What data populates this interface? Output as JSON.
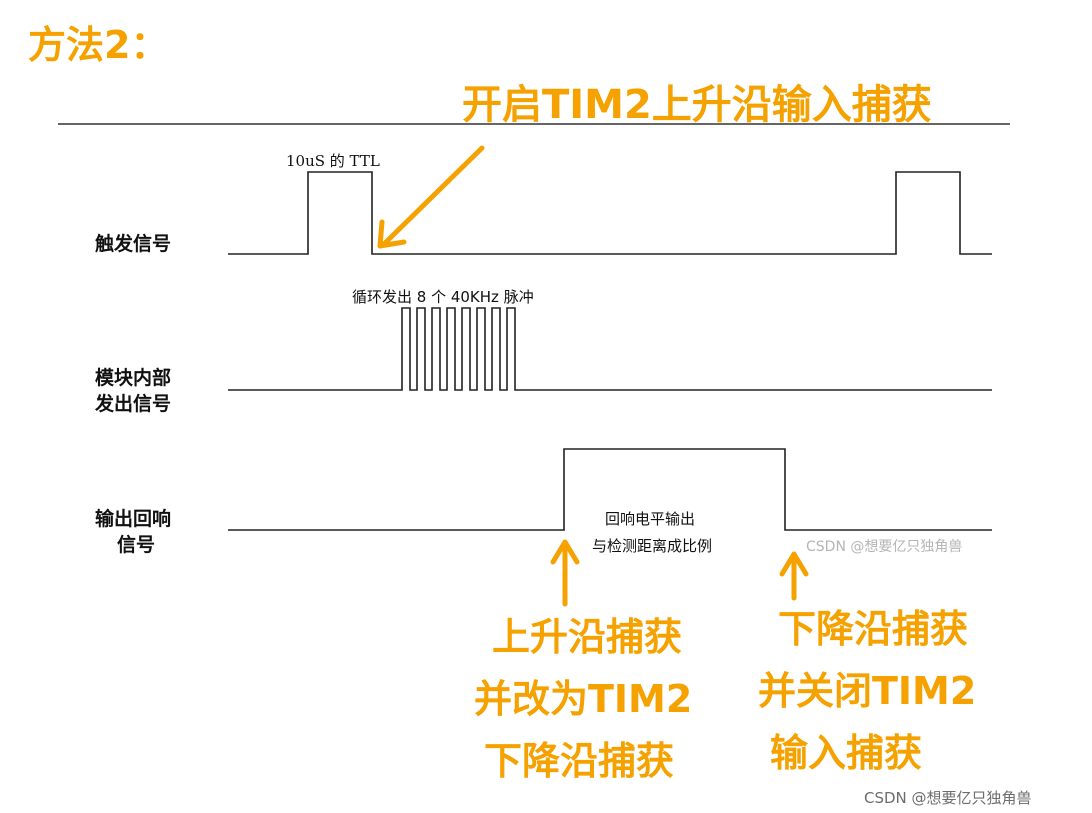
{
  "title": "方法2：",
  "top_note": "开启TIM2上升沿输入捕获",
  "pulse_label": "10uS 的 TTL",
  "burst_label": "循环发出 8 个 40KHz 脉冲",
  "echo_text_line1": "回响电平输出",
  "echo_text_line2": "与检测距离成比例",
  "signals": {
    "trigger": "触发信号",
    "module_line1": "模块内部",
    "module_line2": "发出信号",
    "echo_line1": "输出回响",
    "echo_line2": "信号"
  },
  "rising_note": [
    "上升沿捕获",
    "并改为TIM2",
    "下降沿捕获"
  ],
  "falling_note": [
    "下降沿捕获",
    "并关闭TIM2",
    "输入捕获"
  ],
  "watermark_inline": "CSDN @想要亿只独角兽",
  "watermark_corner": "CSDN @想要亿只独角兽",
  "colors": {
    "annotation": "#f5a100",
    "waveform": "#222222"
  }
}
